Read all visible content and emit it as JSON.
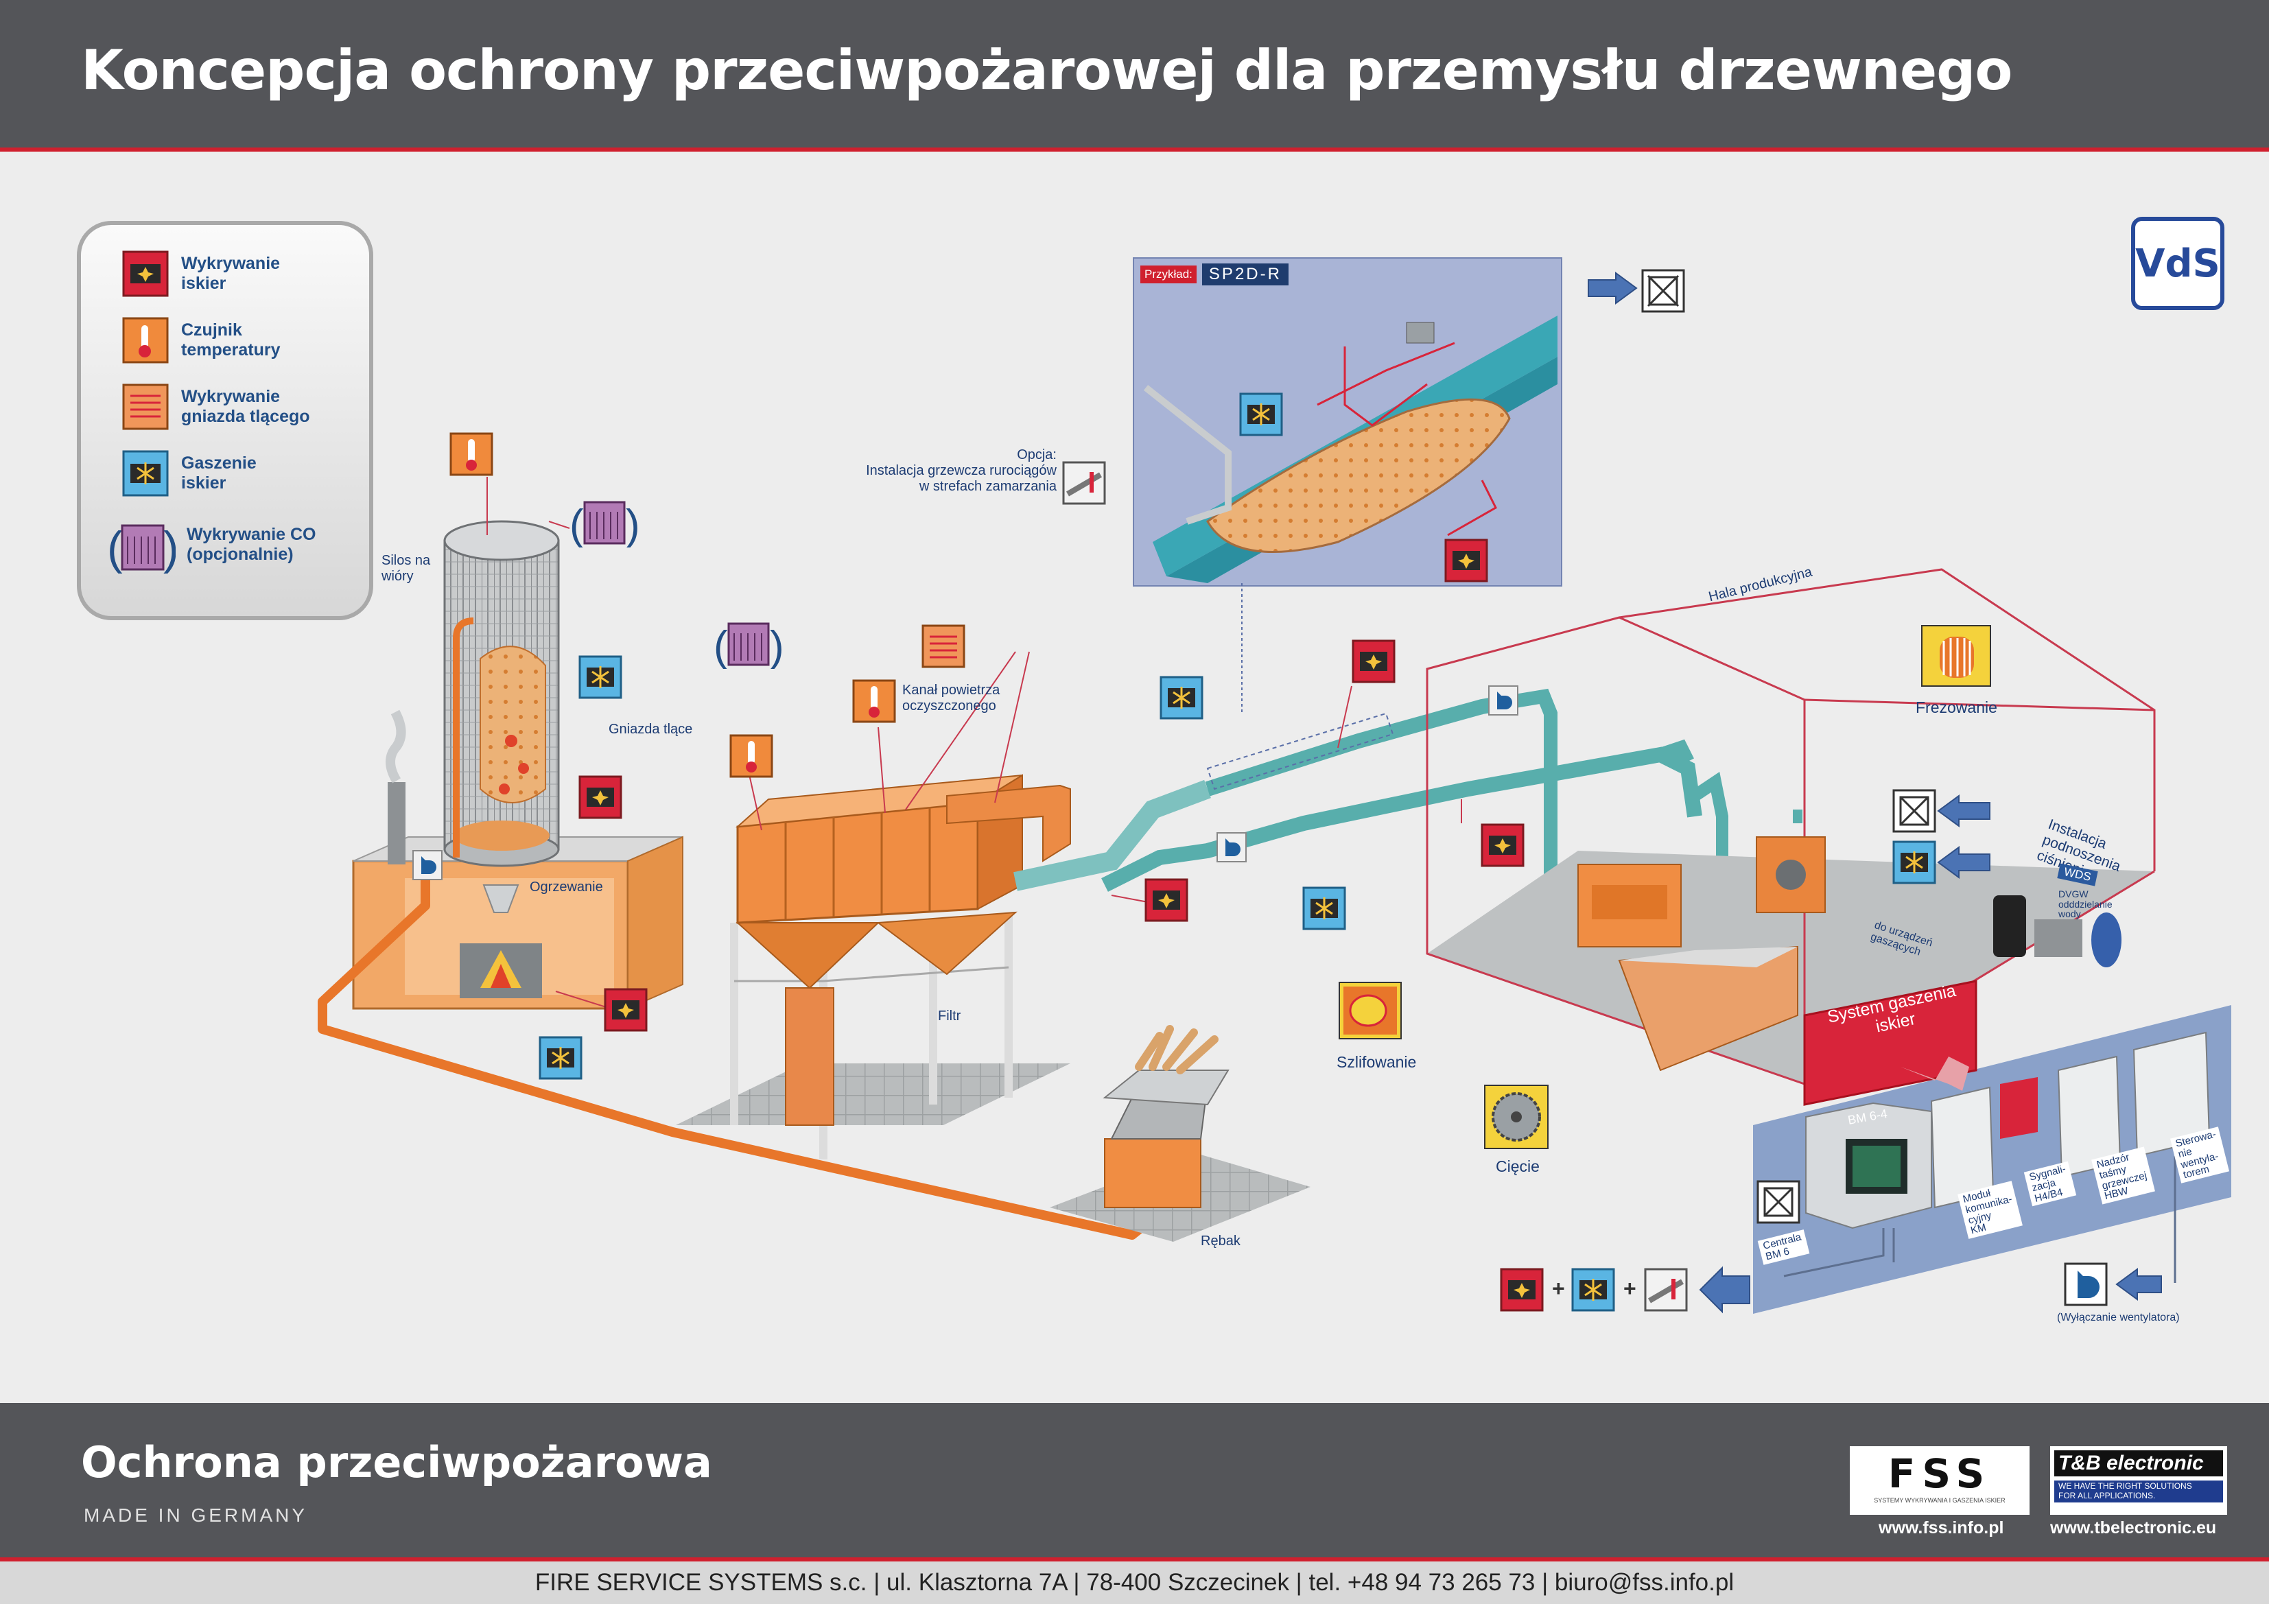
{
  "header": {
    "title": "Koncepcja ochrony przeciwpożarowej dla przemysłu drzewnego"
  },
  "legend": {
    "items": [
      {
        "label": "Wykrywanie\niskier",
        "color": "#d8243a"
      },
      {
        "label": "Czujnik\ntemperatury",
        "color": "#f08a3c"
      },
      {
        "label": "Wykrywanie\ngniazda tlącego",
        "color": "#f0965a"
      },
      {
        "label": "Gaszenie\niskier",
        "color": "#5ab5e3"
      },
      {
        "label": "Wykrywanie CO\n(opcjonalnie)",
        "color": "#b27bb5"
      }
    ]
  },
  "badge": {
    "vds": "VdS"
  },
  "inset": {
    "example_prefix": "Przykład:",
    "model": "SP2D-R",
    "option_label": "Opcja:\nInstalacja grzewcza rurociągów\nw strefach zamarzania"
  },
  "labels": {
    "silo": "Silos na\nwióry",
    "smoldering": "Gniazda tlące",
    "heating": "Ogrzewanie",
    "clean_air": "Kanał powietrza\noczyszczonego",
    "filter": "Filtr",
    "chipper": "Rębak",
    "hall": "Hala produkcyjna",
    "milling": "Frezowanie",
    "grinding": "Szlifowanie",
    "cutting": "Cięcie",
    "pressure": "Instalacja\npodnoszenia\nciśnienia",
    "wds": "WDS",
    "dvgw": "DVGW\nodddzielanie\nwody",
    "to_extinguish": "do urządzeń\ngaszących",
    "system": "System gaszenia\niskier",
    "bm64": "BM 6-4",
    "central": "Centrala\nBM 6",
    "module_km": "Moduł\nkomunika-\ncyjny\nKM",
    "signal": "Sygnali-\nzacja\nH4/B4",
    "hbw": "Nadzór\ntaśmy\ngrzewczej\nHBW",
    "fan_ctrl": "Sterowa-\nnie\nwentyla-\ntorem",
    "fan_off": "(Wyłączanie wentylatora)"
  },
  "footer": {
    "title": "Ochrona przeciwpożarowa",
    "subtitle": "MADE IN GERMANY",
    "fss_text": "FSS",
    "fss_tagline": "SYSTEMY WYKRYWANIA I GASZENIA ISKIER",
    "fss_url": "www.fss.info.pl",
    "tb_text": "T&B electronic",
    "tb_tagline": "WE HAVE THE RIGHT SOLUTIONS\nFOR ALL APPLICATIONS.",
    "tb_url": "www.tbelectronic.eu",
    "address": "FIRE SERVICE SYSTEMS s.c. | ul. Klasztorna 7A | 78-400 Szczecinek | tel. +48 94 73 265 73 | biuro@fss.info.pl"
  },
  "colors": {
    "header_bg": "#545559",
    "accent_red": "#d0202e",
    "spark": "#d8243a",
    "temp": "#f08a3c",
    "extinguish": "#5ab5e3",
    "co": "#b27bb5",
    "duct": "#4aa8a6",
    "pipe": "#e8762a"
  }
}
